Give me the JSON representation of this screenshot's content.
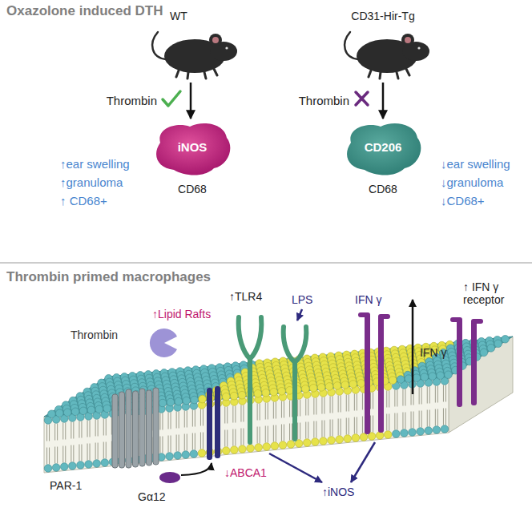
{
  "diagram": {
    "title": "Oxazolone induced DTH",
    "nodes": [
      {
        "text": [
          "WT"
        ]
      },
      {
        "text": [
          "iNOS",
          "CD68"
        ]
      },
      {
        "text": [
          "CD31-Hir-Tg"
        ]
      },
      {
        "text": [
          "CD206",
          "CD68"
        ]
      }
    ],
    "edges": [
      {
        "from": 0,
        "to": 1,
        "label": "Thrombin",
        "arrow": "to"
      },
      {
        "from": 2,
        "to": 3,
        "label": "Thrombin",
        "arrow": "to"
      }
    ],
    "labels": [
      "Thrombin primed macrophages",
      "↑ear swelling",
      "↑granuloma",
      "↑ CD68+",
      "↓ear swelling",
      "↓granuloma",
      "↓CD68+",
      "Thrombin",
      "↑Lipid Rafts",
      "↑TLR4",
      "LPS",
      "IFN γ",
      "↑ IFN γ receptor",
      "IFN γ",
      "PAR-1",
      "Gα12",
      "↓ABCA1",
      "↑iNOS"
    ]
  }
}
